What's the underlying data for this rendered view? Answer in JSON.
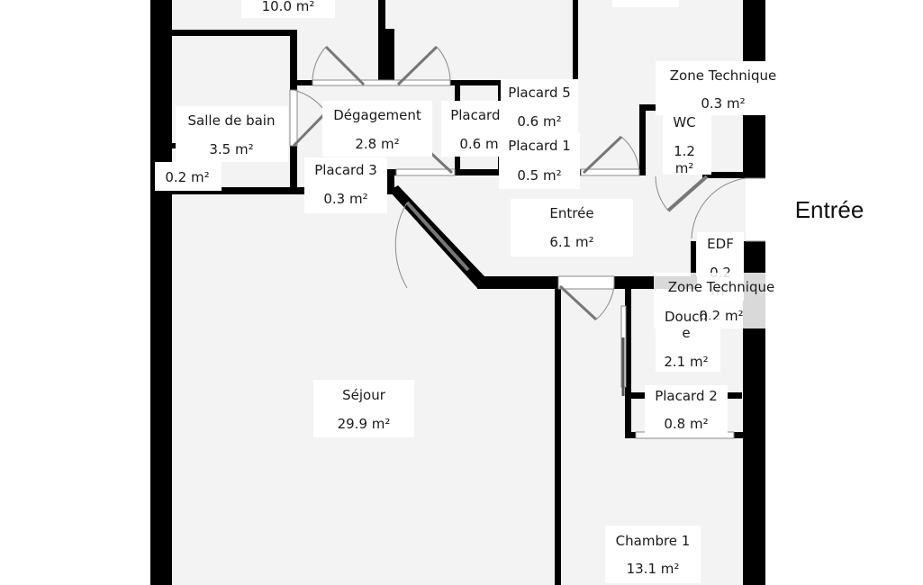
{
  "plan": {
    "entrance_label": "Entrée",
    "rooms": [
      {
        "id": "top-room",
        "name": "",
        "area": "10.0 m²"
      },
      {
        "id": "salle-de-bain",
        "name": "Salle de bain",
        "area": "3.5 m²"
      },
      {
        "id": "small-storage",
        "name": "",
        "area": "0.2 m²"
      },
      {
        "id": "degagement",
        "name": "Dégagement",
        "area": "2.8 m²"
      },
      {
        "id": "placard-4",
        "name": "Placard 4",
        "area": "0.6 m²"
      },
      {
        "id": "placard-5",
        "name": "Placard 5",
        "area": "0.6 m²"
      },
      {
        "id": "placard-1",
        "name": "Placard 1",
        "area": "0.5 m²"
      },
      {
        "id": "placard-3",
        "name": "Placard 3",
        "area": "0.3 m²"
      },
      {
        "id": "zone-technique-1",
        "name": "Zone Technique",
        "area": "0.3 m²"
      },
      {
        "id": "wc",
        "name": "WC",
        "area_line1": "1.2",
        "area_line2": "m²"
      },
      {
        "id": "entree",
        "name": "Entrée",
        "area": "6.1 m²"
      },
      {
        "id": "edf",
        "name": "EDF",
        "area_line1": "0.2",
        "area_line2": "m²"
      },
      {
        "id": "zone-technique-2",
        "name": "Zone Technique",
        "area": "0.2 m²"
      },
      {
        "id": "douche",
        "name_line1": "Douch",
        "name_line2": "e",
        "area": "2.1 m²"
      },
      {
        "id": "placard-2",
        "name": "Placard 2",
        "area": "0.8 m²"
      },
      {
        "id": "sejour",
        "name": "Séjour",
        "area": "29.9 m²"
      },
      {
        "id": "chambre-1",
        "name": "Chambre 1",
        "area": "13.1 m²"
      }
    ]
  },
  "colors": {
    "wall": "#000000",
    "floor": "#f3f3f3",
    "background": "#ffffff",
    "label_box": "#ffffff",
    "door": "#9a9a9a",
    "text": "#1a1a1a"
  }
}
